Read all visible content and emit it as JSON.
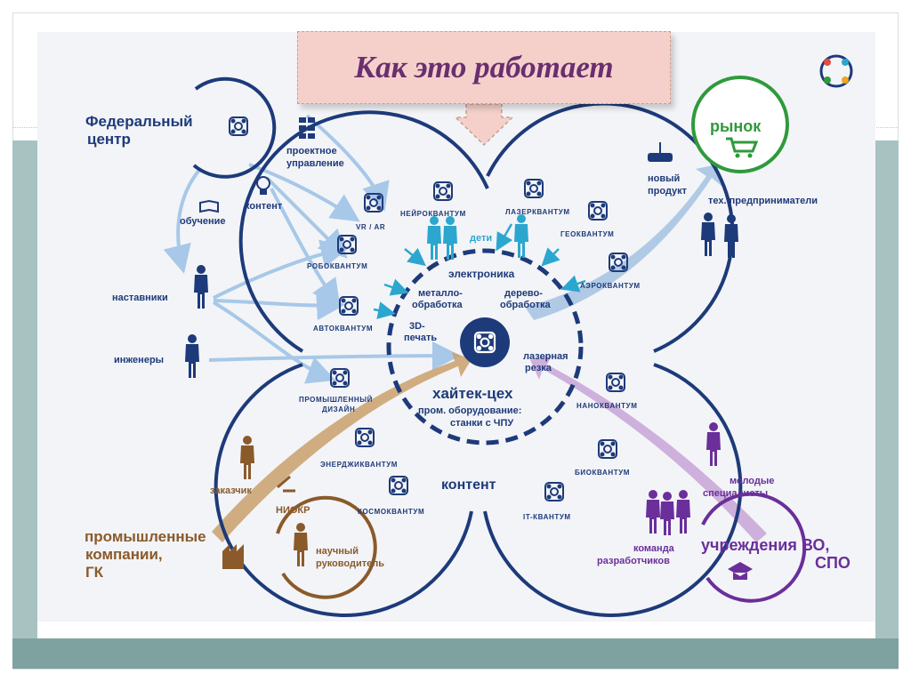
{
  "slide": {
    "title": "Как это работает"
  },
  "colors": {
    "navy": "#1d3a7a",
    "green": "#2f9a3c",
    "brown": "#8a5a2b",
    "purple": "#6a2f9a",
    "light_blue": "#a7c8e8",
    "title_text": "#6a2f6e",
    "title_fill": "#f5d0cb",
    "teal_band": "#a7c2c1"
  },
  "stakeholders": {
    "federal_center": {
      "label_line1": "Федеральный",
      "label_line2": "центр"
    },
    "market": {
      "label": "рынок"
    },
    "companies": {
      "label_line1": "промышленные",
      "label_line2": "компании,",
      "label_line3": "ГК"
    },
    "institutions": {
      "label_line1": "учреждения ВО,",
      "label_line2": "СПО"
    }
  },
  "flows": {
    "project_management_line1": "проектное",
    "project_management_line2": "управление",
    "content": "контент",
    "training": "обучение",
    "mentors": "наставники",
    "engineers": "инженеры",
    "new_product_line1": "новый",
    "new_product_line2": "продукт",
    "tech_entrepreneurs": "тех. предприниматели",
    "customer": "заказчик",
    "niokr": "НИОКР",
    "scientific_supervisor_line1": "научный",
    "scientific_supervisor_line2": "руководитель",
    "young_specialists_line1": "молодые",
    "young_specialists_line2": "специалисты",
    "dev_team_line1": "команда",
    "dev_team_line2": "разработчиков"
  },
  "hub": {
    "children": "дети",
    "electronics": "электроника",
    "metalwork_line1": "металло-",
    "metalwork_line2": "обработка",
    "woodwork_line1": "дерево-",
    "woodwork_line2": "обработка",
    "print3d_line1": "3D-",
    "print3d_line2": "печать",
    "laser_cut_line1": "лазерная",
    "laser_cut_line2": "резка",
    "hitech_title": "хайтек-цех",
    "equipment_line1": "пром. оборудование:",
    "equipment_line2": "станки с ЧПУ",
    "content_center": "контент"
  },
  "quantums": {
    "vr_ar": "VR / AR",
    "neuro": "НЕЙРОКВАНТУМ",
    "laser": "ЛАЗЕРКВАНТУМ",
    "geo": "ГЕОКВАНТУМ",
    "robo": "РОБОКВАНТУМ",
    "aero": "АЭРОКВАНТУМ",
    "auto": "АВТОКВАНТУМ",
    "industrial_design_line1": "ПРОМЫШЛЕННЫЙ",
    "industrial_design_line2": "ДИЗАЙН",
    "nano": "НАНОКВАНТУМ",
    "energy": "ЭНЕРДЖИКВАНТУМ",
    "bio": "БИОКВАНТУМ",
    "cosmo": "КОСМОКВАНТУМ",
    "it": "IT-КВАНТУМ"
  }
}
